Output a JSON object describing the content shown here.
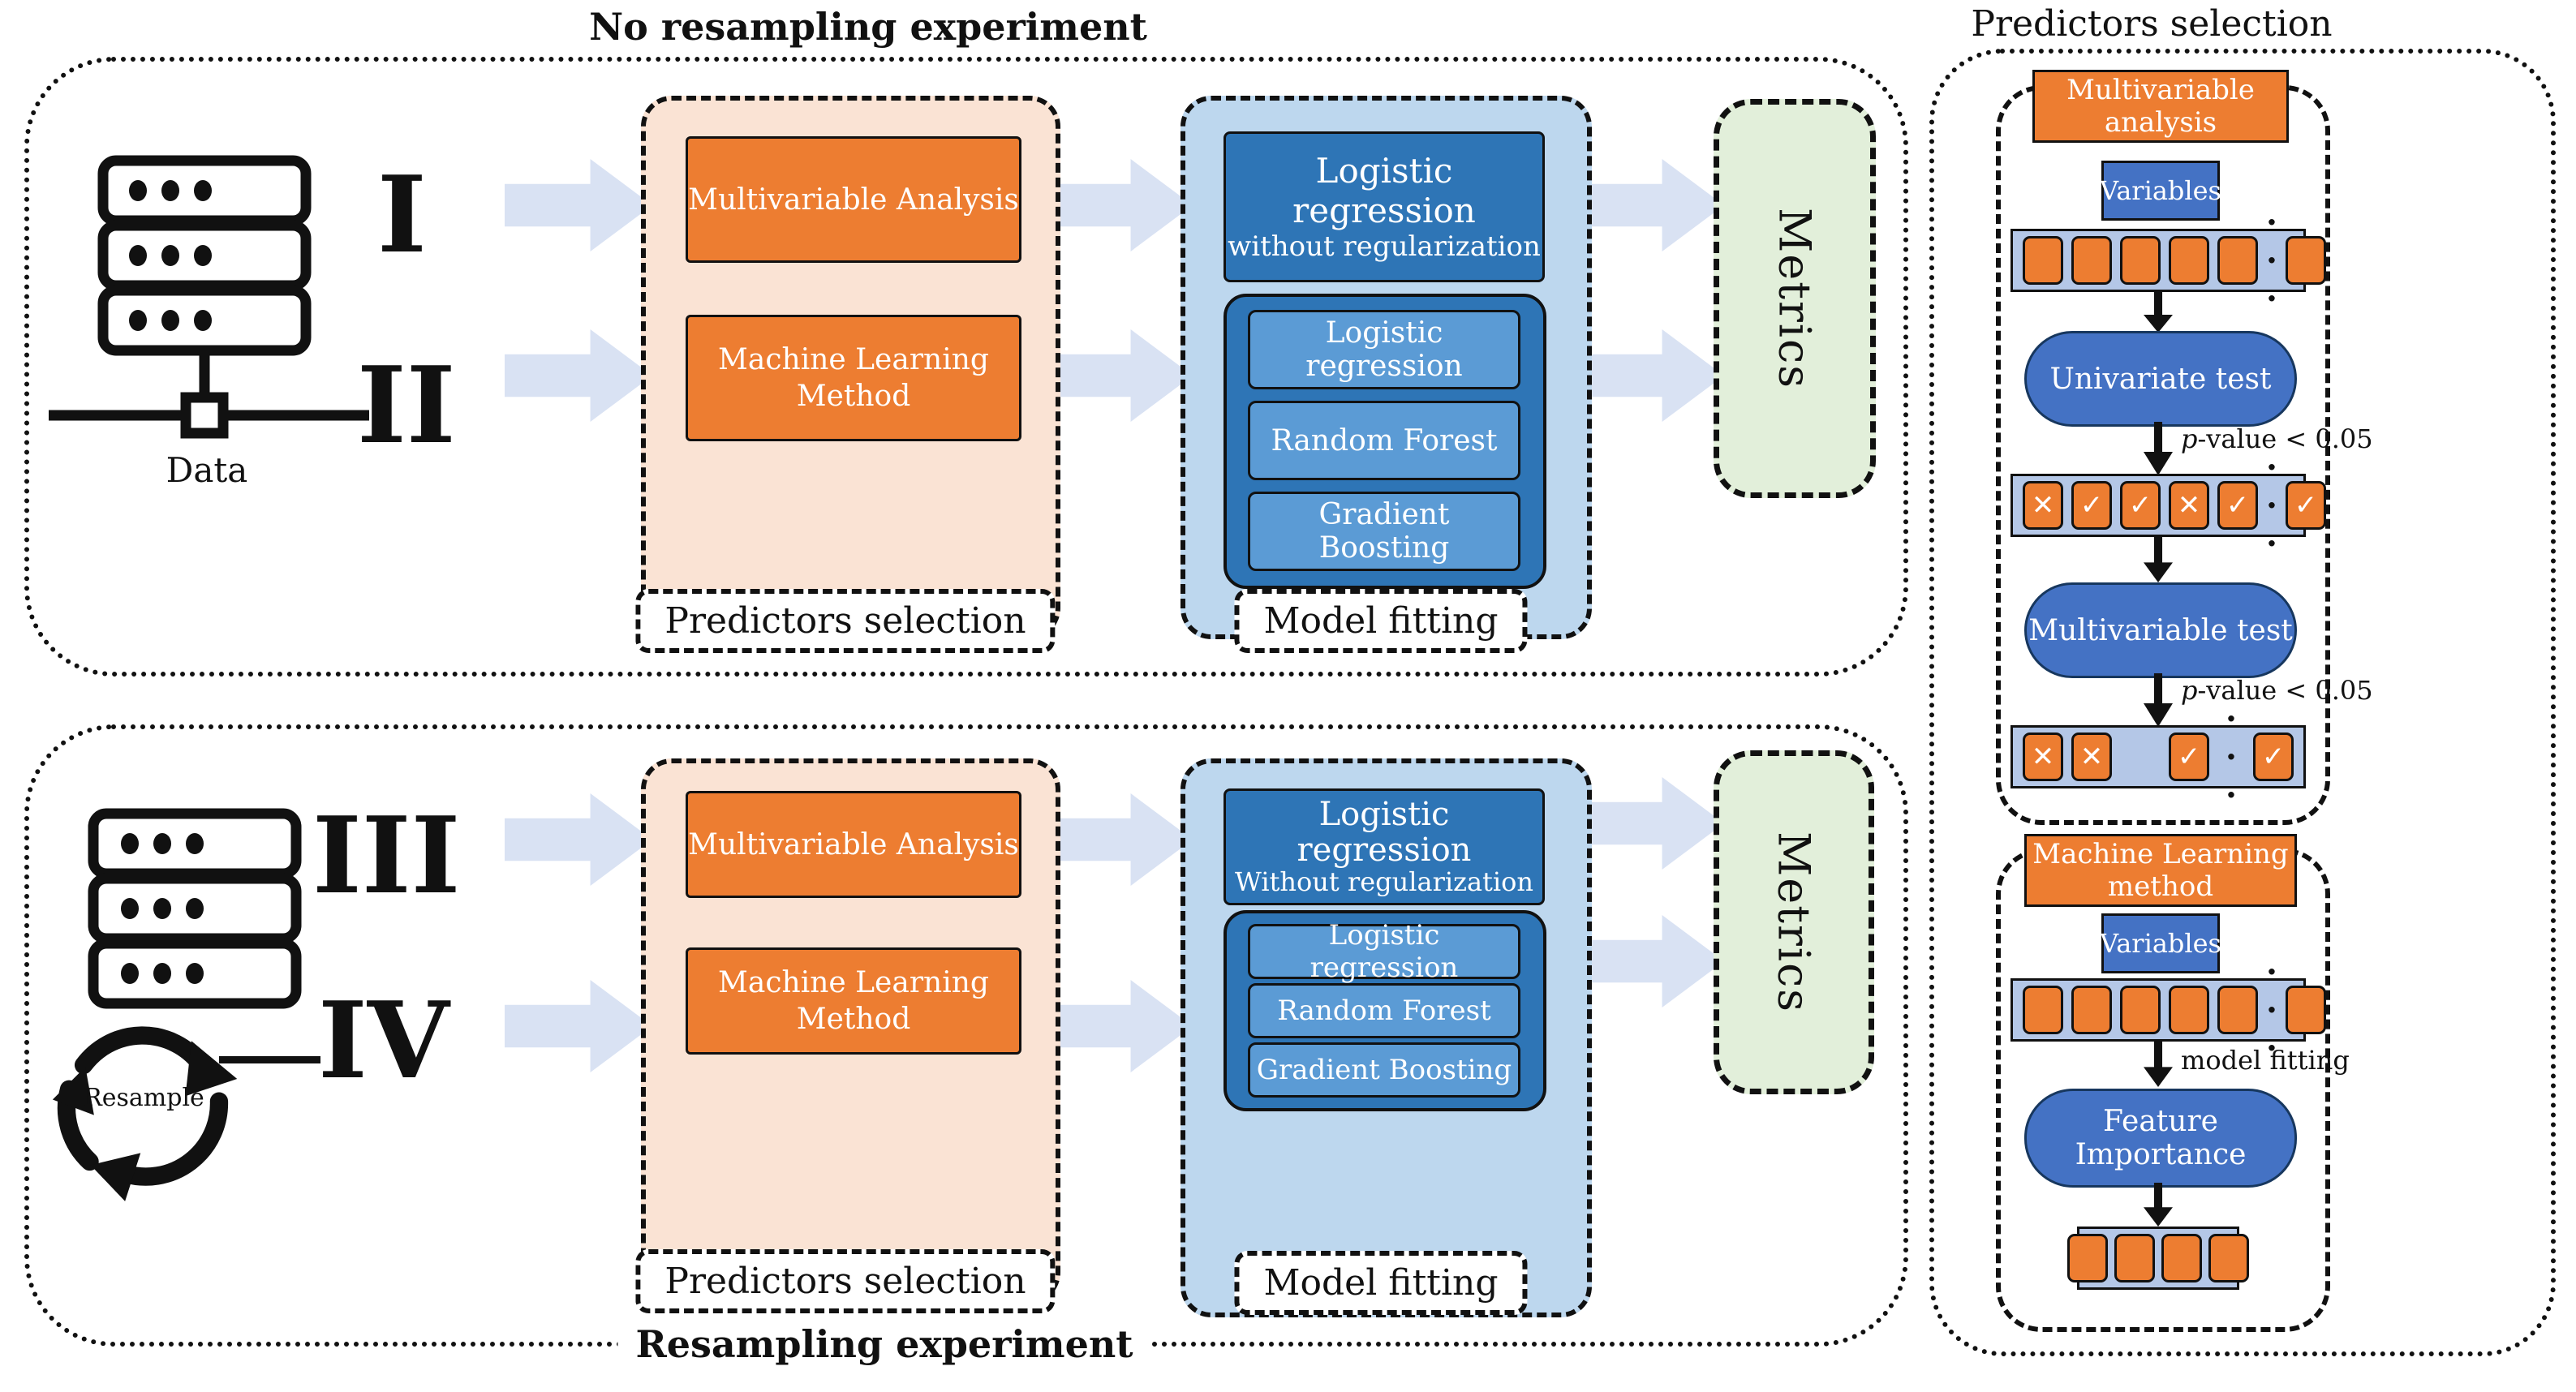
{
  "colors": {
    "orange": "#ED7D31",
    "peach_panel": "#FAE3D4",
    "blue_panel": "#BDD7EE",
    "dark_blue": "#2E75B6",
    "mid_blue": "#5B9BD5",
    "pill_blue": "#4472C4",
    "strip_blue": "#B4C7E7",
    "metrics_green": "#E2EFDA",
    "flow_arrow": "#D9E2F3",
    "ink": "#111111"
  },
  "symbols": {
    "x": "✕",
    "check": "✓",
    "dots": "· · ·"
  },
  "top_experiment": {
    "title": "No resampling experiment",
    "numeral_1": "I",
    "numeral_2": "II",
    "data_label": "Data",
    "predictors_panel": {
      "box_1": "Multivariable Analysis",
      "box_2_line_1": "Machine Learning",
      "box_2_line_2": "Method",
      "label": "Predictors selection"
    },
    "model_panel": {
      "main_line_1": "Logistic regression",
      "main_line_2": "without regularization",
      "sub_1": "Logistic regression",
      "sub_2": "Random Forest",
      "sub_3": "Gradient Boosting",
      "label": "Model fitting"
    },
    "metrics": "Metrics"
  },
  "bottom_experiment": {
    "title": "Resampling experiment",
    "numeral_1": "III",
    "numeral_2": "IV",
    "resample_label": "Resample",
    "predictors_panel": {
      "box_1": "Multivariable Analysis",
      "box_2_line_1": "Machine Learning",
      "box_2_line_2": "Method",
      "label": "Predictors selection"
    },
    "model_panel": {
      "main_line_1": "Logistic",
      "main_line_2": "regression",
      "main_line_3": "Without regularization",
      "sub_1": "Logistic regression",
      "sub_2": "Random Forest",
      "sub_3": "Gradient Boosting",
      "label": "Model fitting"
    },
    "metrics": "Metrics"
  },
  "right_panel": {
    "title": "Predictors selection",
    "multivariable_section": {
      "header": "Multivariable analysis",
      "variables_label": "Variables",
      "strip_all": [
        "plain",
        "plain",
        "plain",
        "plain",
        "plain",
        "dots",
        "plain"
      ],
      "univariate_test": "Univariate test",
      "p_italic": "p",
      "p_value_1": "-value < 0.05",
      "strip_univariate": [
        "x",
        "check",
        "check",
        "x",
        "check",
        "dots",
        "check"
      ],
      "multivariable_test": "Multivariable test",
      "p_value_2": "-value < 0.05",
      "strip_multivariable": [
        "x",
        "x",
        "gap",
        "check",
        "dots",
        "check"
      ]
    },
    "ml_section": {
      "header": "Machine Learning method",
      "variables_label": "Variables",
      "strip_all": [
        "plain",
        "plain",
        "plain",
        "plain",
        "plain",
        "dots",
        "plain"
      ],
      "model_fitting_label": "model fitting",
      "feature_importance": "Feature Importance",
      "strip_result": [
        "plain",
        "plain",
        "plain",
        "plain"
      ]
    }
  }
}
